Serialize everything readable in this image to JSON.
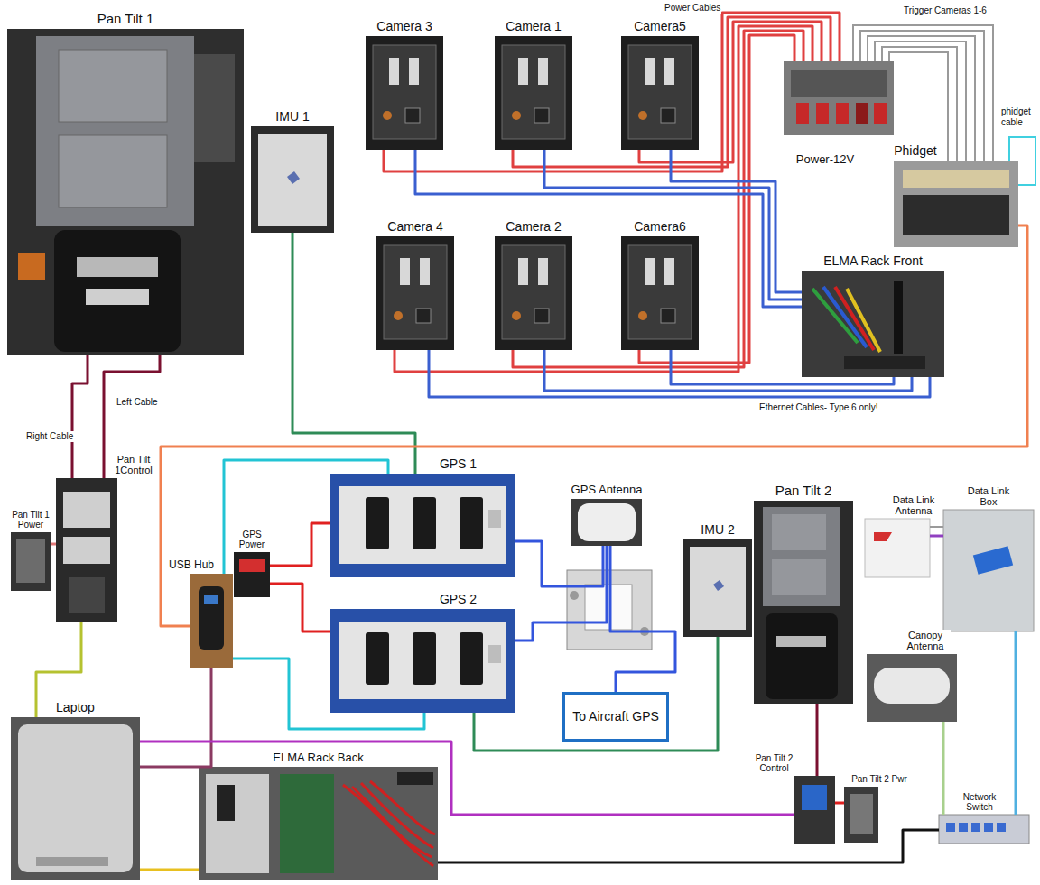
{
  "diagram": {
    "nodes": [
      {
        "text": [
          "Pan Tilt 1"
        ]
      },
      {
        "text": [
          "IMU 1"
        ]
      },
      {
        "text": [
          "Camera 3"
        ]
      },
      {
        "text": [
          "Camera 1"
        ]
      },
      {
        "text": [
          "Camera5"
        ]
      },
      {
        "text": [
          "Power-12V"
        ]
      },
      {
        "text": [
          "Phidget"
        ]
      },
      {
        "text": [
          "Camera 4"
        ]
      },
      {
        "text": [
          "Camera 2"
        ]
      },
      {
        "text": [
          "Camera6"
        ]
      },
      {
        "text": [
          "ELMA Rack Front"
        ]
      },
      {
        "text": [
          "Pan Tilt 1Control"
        ]
      },
      {
        "text": [
          "Pan Tilt 1 Power"
        ]
      },
      {
        "text": [
          "USB Hub"
        ]
      },
      {
        "text": [
          "GPS Power"
        ]
      },
      {
        "text": [
          "GPS 1"
        ]
      },
      {
        "text": [
          "GPS 2"
        ]
      },
      {
        "text": [
          "GPS Antenna"
        ]
      },
      {
        "text": [
          "To Aircraft GPS"
        ]
      },
      {
        "text": [
          "IMU 2"
        ]
      },
      {
        "text": [
          "Pan Tilt 2"
        ]
      },
      {
        "text": [
          "Data Link Antenna"
        ]
      },
      {
        "text": [
          "Data Link Box"
        ]
      },
      {
        "text": [
          "Canopy Antenna"
        ]
      },
      {
        "text": [
          "Pan Tilt 2 Control"
        ]
      },
      {
        "text": [
          "Pan Tilt 2 Pwr"
        ]
      },
      {
        "text": [
          "Laptop"
        ]
      },
      {
        "text": [
          "ELMA Rack Back"
        ]
      },
      {
        "text": [
          "Network Switch"
        ]
      }
    ],
    "edges": [
      {
        "from": 0,
        "to": 11,
        "arrow": "none"
      },
      {
        "from": 0,
        "to": 11,
        "arrow": "none"
      },
      {
        "from": 12,
        "to": 11,
        "arrow": "none"
      },
      {
        "from": 26,
        "to": 11,
        "arrow": "none"
      },
      {
        "from": 1,
        "to": 15,
        "arrow": "none"
      },
      {
        "from": 19,
        "to": 16,
        "arrow": "none"
      },
      {
        "from": 13,
        "to": 15,
        "arrow": "none"
      },
      {
        "from": 13,
        "to": 16,
        "arrow": "none"
      },
      {
        "from": 13,
        "to": 6,
        "arrow": "none"
      },
      {
        "from": 13,
        "to": 26,
        "arrow": "none"
      },
      {
        "from": 14,
        "to": 15,
        "arrow": "none"
      },
      {
        "from": 14,
        "to": 16,
        "arrow": "none"
      },
      {
        "from": 17,
        "to": 15,
        "arrow": "none"
      },
      {
        "from": 17,
        "to": 16,
        "arrow": "none"
      },
      {
        "from": 17,
        "to": 18,
        "arrow": "none"
      },
      {
        "from": 26,
        "to": 24,
        "arrow": "none"
      },
      {
        "from": 26,
        "to": 27,
        "arrow": "none"
      },
      {
        "from": 27,
        "to": 28,
        "arrow": "none"
      },
      {
        "from": 20,
        "to": 24,
        "arrow": "none"
      },
      {
        "from": 25,
        "to": 24,
        "arrow": "none"
      },
      {
        "from": 21,
        "to": 22,
        "arrow": "none"
      },
      {
        "from": 22,
        "to": 28,
        "arrow": "none"
      },
      {
        "from": 23,
        "to": 28,
        "arrow": "none"
      },
      {
        "from": 2,
        "to": 5,
        "arrow": "none"
      },
      {
        "from": 3,
        "to": 5,
        "arrow": "none"
      },
      {
        "from": 4,
        "to": 5,
        "arrow": "none"
      },
      {
        "from": 7,
        "to": 5,
        "arrow": "none"
      },
      {
        "from": 8,
        "to": 5,
        "arrow": "none"
      },
      {
        "from": 9,
        "to": 5,
        "arrow": "none"
      },
      {
        "from": 2,
        "to": 10,
        "arrow": "none"
      },
      {
        "from": 3,
        "to": 10,
        "arrow": "none"
      },
      {
        "from": 4,
        "to": 10,
        "arrow": "none"
      },
      {
        "from": 7,
        "to": 10,
        "arrow": "none"
      },
      {
        "from": 8,
        "to": 10,
        "arrow": "none"
      },
      {
        "from": 9,
        "to": 10,
        "arrow": "none"
      }
    ],
    "labels": [
      "Power Cables",
      "Trigger Cameras 1-6",
      "phidget cable",
      "Ethernet Cables- Type 6 only!",
      "Right Cable",
      "Left Cable"
    ]
  }
}
